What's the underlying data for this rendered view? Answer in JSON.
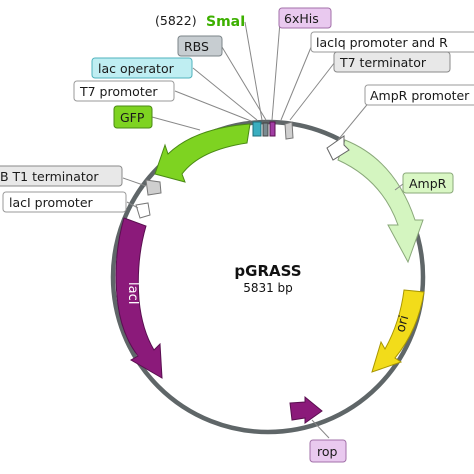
{
  "plasmid": {
    "name": "pGRASS",
    "size": "5831 bp"
  },
  "site": {
    "position": "(5822)",
    "name": "SmaI",
    "color": "#3db000"
  },
  "labels": {
    "his_tag": "6xHis",
    "rbs": "RBS",
    "laciq": "lacIq promoter and R",
    "lac_operator": "lac operator",
    "t7_terminator": "T7 terminator",
    "t7_promoter": "T7 promoter",
    "ampr_promoter": "AmpR promoter",
    "gfp": "GFP",
    "ampr": "AmpR",
    "rrnb": "B T1 terminator",
    "laci_promoter": "lacI promoter",
    "laci": "lacI",
    "ori": "ori",
    "rop": "rop"
  },
  "colors": {
    "backbone": "#5f6668",
    "gfp": "#7ed321",
    "ampr": "#d4f5c0",
    "laci": "#8b1a7a",
    "ori": "#f2dc1a",
    "rop": "#8b1a7a",
    "his_box": "#e9c9ef",
    "rbs_box": "#c7cdd1",
    "lac_op_box": "#bfeef2",
    "grey_box": "#e8e8e8",
    "white_box": "#ffffff",
    "green_box": "#d9f7c4"
  }
}
